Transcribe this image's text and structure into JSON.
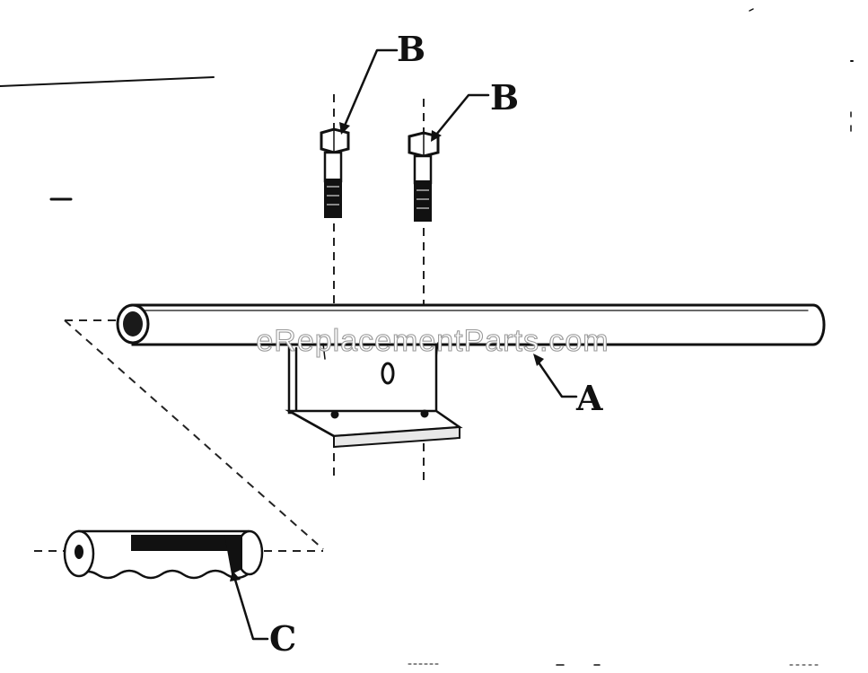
{
  "labels": {
    "rod": "A",
    "bolt_left": "B",
    "bolt_right": "B",
    "handle_grip": "C"
  },
  "watermark": "eReplacementParts.com",
  "colors": {
    "ink": "#111111",
    "paper": "#ffffff",
    "watermark_outline": "#9a9a9a"
  }
}
